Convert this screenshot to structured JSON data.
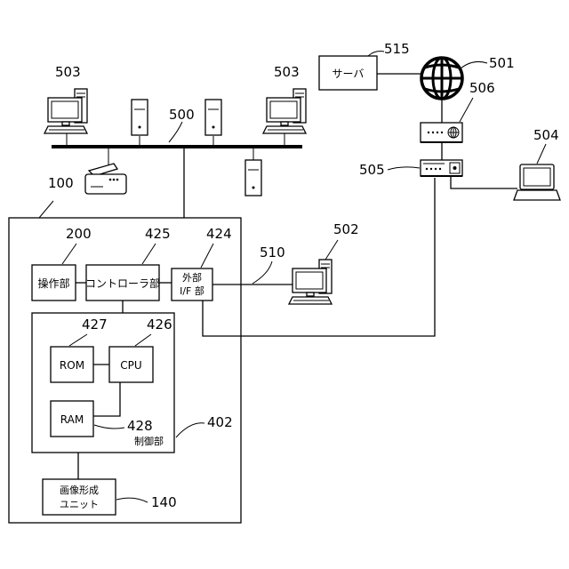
{
  "labels": {
    "server": "サーバ",
    "operation_unit": "操作部",
    "controller_unit": "コントローラ部",
    "external_if_line1": "外部",
    "external_if_line2": "I/F 部",
    "rom": "ROM",
    "cpu": "CPU",
    "ram": "RAM",
    "control_unit": "制御部",
    "image_forming_line1": "画像形成",
    "image_forming_line2": "ユニット"
  },
  "refs": {
    "server": "515",
    "internet": "501",
    "router": "506",
    "hub": "505",
    "laptop": "504",
    "pc_left": "503",
    "pc_right": "503",
    "lan": "500",
    "device": "100",
    "operation_unit": "200",
    "controller_unit": "425",
    "external_if": "424",
    "cable": "510",
    "pc_direct": "502",
    "cpu": "426",
    "rom": "427",
    "ram": "428",
    "control_unit": "402",
    "image_forming": "140"
  }
}
